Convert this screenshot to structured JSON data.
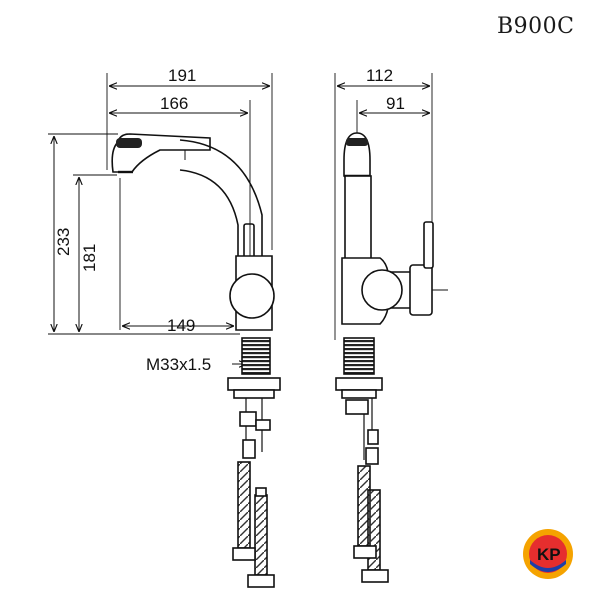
{
  "model_code": "B900C",
  "dimensions": {
    "side_total_width": "191",
    "side_spout_reach": "166",
    "side_total_height": "233",
    "side_spout_height": "181",
    "side_base_to_spout": "149",
    "thread_size": "M33x1.5",
    "front_total_width": "112",
    "front_handle_width": "91"
  },
  "logo": {
    "text": "KP",
    "colors": {
      "ring": "#f5a300",
      "inner": "#e62e2e",
      "letter": "#ffffff",
      "accent": "#1f3ea8"
    }
  },
  "colors": {
    "line": "#111111",
    "thread": "#222222"
  }
}
